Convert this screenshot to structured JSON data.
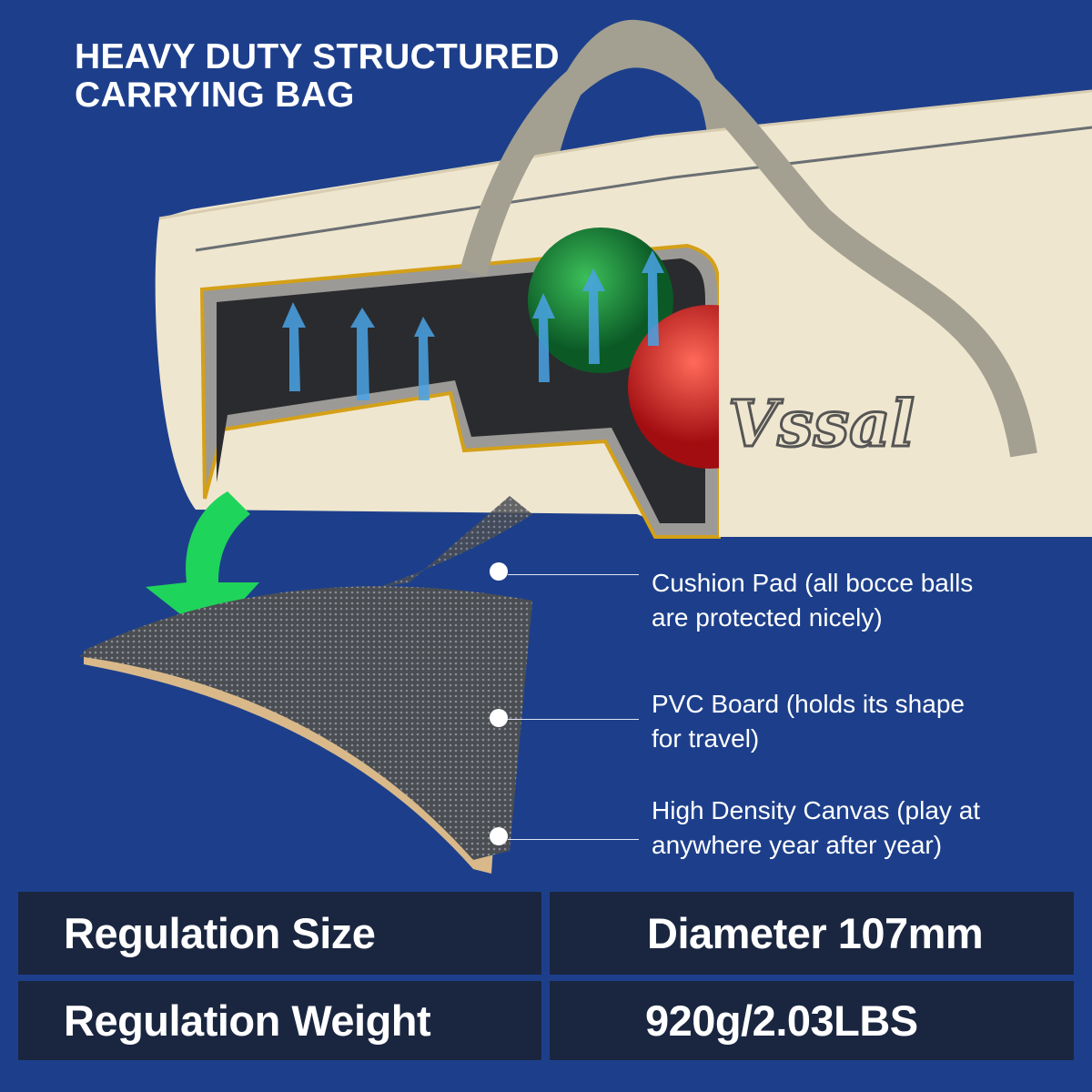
{
  "title": {
    "line1": "HEAVY DUTY STRUCTURED",
    "line2": "CARRYING BAG"
  },
  "brand_logo": "Vssal",
  "layers": [
    {
      "line1": "Cushion Pad (all bocce balls",
      "line2": "are protected nicely)"
    },
    {
      "line1": "PVC Board (holds its shape",
      "line2": "for travel)"
    },
    {
      "line1": "High Density Canvas (play at",
      "line2": "anywhere year after year)"
    }
  ],
  "specs": [
    {
      "label": "Regulation Size",
      "value": "Diameter 107mm"
    },
    {
      "label": "Regulation Weight",
      "value": "920g/2.03LBS"
    }
  ],
  "colors": {
    "background": "#1d3f8b",
    "table_cell": "#1a2640",
    "bag": "#efe6cf",
    "strap": "#a3a091"
  }
}
